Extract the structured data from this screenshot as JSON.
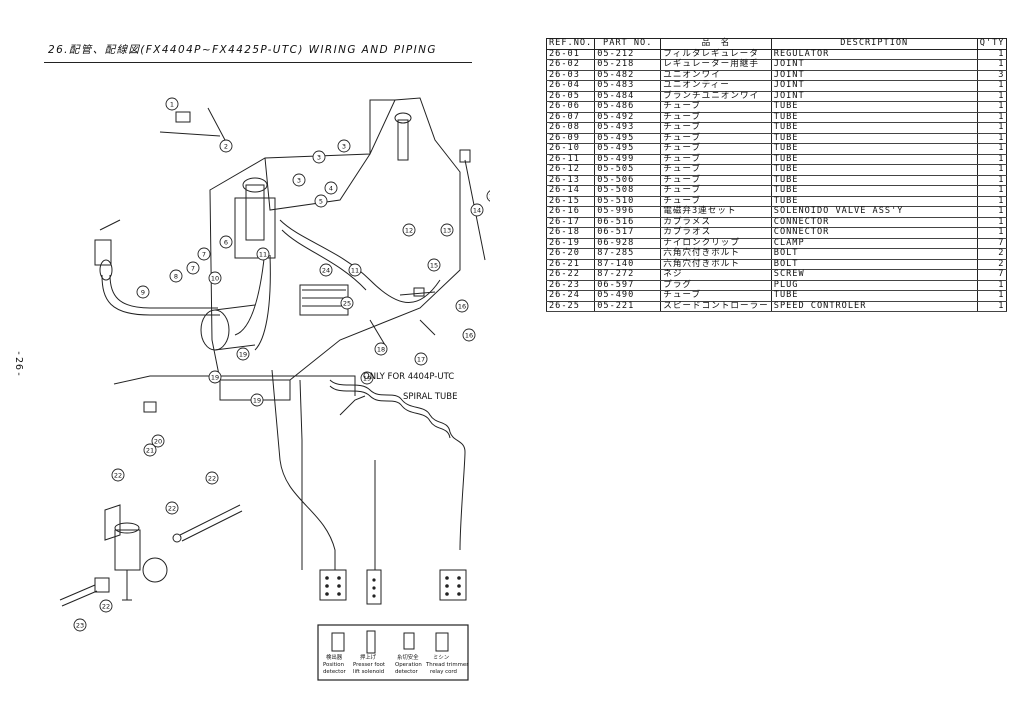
{
  "header": {
    "title": "26.配管、配線図(FX4404P~FX4425P-UTC) WIRING AND PIPING",
    "page_number": "-26-"
  },
  "diagram": {
    "note_label": "ONLY FOR 4404P-UTC",
    "note_ref": "16",
    "spiral_tube_label": "SPIRAL TUBE",
    "callouts": [
      "1",
      "2",
      "3",
      "3",
      "3",
      "4",
      "5",
      "6",
      "7",
      "7",
      "8",
      "9",
      "10",
      "11",
      "11",
      "12",
      "13",
      "14",
      "15",
      "15",
      "16",
      "16",
      "17",
      "18",
      "19",
      "19",
      "19",
      "19",
      "20",
      "21",
      "22",
      "22",
      "22",
      "22",
      "23",
      "24",
      "25"
    ],
    "connector_labels": [
      {
        "jp": "検出器",
        "en1": "Position",
        "en2": "detector"
      },
      {
        "jp": "押上げ",
        "en1": "Presser foot",
        "en2": "lift solenoid"
      },
      {
        "jp": "糸切安全",
        "en1": "Operation",
        "en2": "detector"
      },
      {
        "jp": "ミシン",
        "en1": "Thread trimmer",
        "en2": "relay cord"
      }
    ]
  },
  "table": {
    "headers": {
      "ref": "REF.NO.",
      "part": "PART NO.",
      "name": "品　名",
      "desc": "DESCRIPTION",
      "qty": "Q'TY"
    },
    "rows": [
      {
        "ref": "26-01",
        "part": "05-212",
        "name": "フィルタレギュレータ",
        "desc": "REGULATOR",
        "qty": "1"
      },
      {
        "ref": "26-02",
        "part": "05-218",
        "name": "レギュレーター用継手",
        "desc": "JOINT",
        "qty": "1"
      },
      {
        "ref": "26-03",
        "part": "05-482",
        "name": "ユニオンワイ",
        "desc": "JOINT",
        "qty": "3"
      },
      {
        "ref": "26-04",
        "part": "05-483",
        "name": "ユニオンティー",
        "desc": "JOINT",
        "qty": "1"
      },
      {
        "ref": "26-05",
        "part": "05-484",
        "name": "ブランチユニオンワイ",
        "desc": "JOINT",
        "qty": "1"
      },
      {
        "ref": "26-06",
        "part": "05-486",
        "name": "チューブ",
        "desc": "TUBE",
        "qty": "1"
      },
      {
        "ref": "26-07",
        "part": "05-492",
        "name": "チューブ",
        "desc": "TUBE",
        "qty": "1"
      },
      {
        "ref": "26-08",
        "part": "05-493",
        "name": "チューブ",
        "desc": "TUBE",
        "qty": "1"
      },
      {
        "ref": "26-09",
        "part": "05-495",
        "name": "チューブ",
        "desc": "TUBE",
        "qty": "1"
      },
      {
        "ref": "26-10",
        "part": "05-495",
        "name": "チューブ",
        "desc": "TUBE",
        "qty": "1"
      },
      {
        "ref": "26-11",
        "part": "05-499",
        "name": "チューブ",
        "desc": "TUBE",
        "qty": "1"
      },
      {
        "ref": "26-12",
        "part": "05-505",
        "name": "チューブ",
        "desc": "TUBE",
        "qty": "1"
      },
      {
        "ref": "26-13",
        "part": "05-506",
        "name": "チューブ",
        "desc": "TUBE",
        "qty": "1"
      },
      {
        "ref": "26-14",
        "part": "05-508",
        "name": "チューブ",
        "desc": "TUBE",
        "qty": "1"
      },
      {
        "ref": "26-15",
        "part": "05-510",
        "name": "チューブ",
        "desc": "TUBE",
        "qty": "1"
      },
      {
        "ref": "26-16",
        "part": "05-996",
        "name": "電磁弁3連セット",
        "desc": "SOLENOIDO VALVE ASS'Y",
        "qty": "1"
      },
      {
        "ref": "26-17",
        "part": "06-516",
        "name": "カプラメス",
        "desc": "CONNECTOR",
        "qty": "1"
      },
      {
        "ref": "26-18",
        "part": "06-517",
        "name": "カプラオス",
        "desc": "CONNECTOR",
        "qty": "1"
      },
      {
        "ref": "26-19",
        "part": "06-928",
        "name": "ナイロンクリップ",
        "desc": "CLAMP",
        "qty": "7"
      },
      {
        "ref": "26-20",
        "part": "87-285",
        "name": "六角穴付きボルト",
        "desc": "BOLT",
        "qty": "2"
      },
      {
        "ref": "26-21",
        "part": "87-140",
        "name": "六角穴付きボルト",
        "desc": "BOLT",
        "qty": "2"
      },
      {
        "ref": "26-22",
        "part": "87-272",
        "name": "ネジ",
        "desc": "SCREW",
        "qty": "7"
      },
      {
        "ref": "26-23",
        "part": "06-597",
        "name": "プラグ",
        "desc": "PLUG",
        "qty": "1"
      },
      {
        "ref": "26-24",
        "part": "05-490",
        "name": "チューブ",
        "desc": "TUBE",
        "qty": "1"
      },
      {
        "ref": "26-25",
        "part": "05-221",
        "name": "スピードコントローラー",
        "desc": "SPEED CONTROLER",
        "qty": "1"
      }
    ]
  }
}
